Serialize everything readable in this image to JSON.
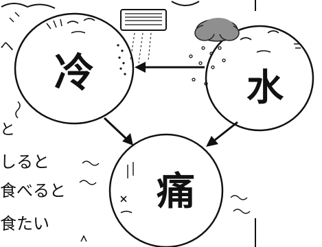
{
  "circles": {
    "cold": {
      "label": "冷"
    },
    "water": {
      "label": "水"
    },
    "pain": {
      "label": "痛"
    }
  },
  "margin_text": {
    "line1": "しると",
    "line2": "食べると",
    "line3": "食たい",
    "edge_char": "と"
  },
  "icons": {
    "air_conditioner": "air-conditioner-icon",
    "rain_cloud": "rain-cloud-icon"
  },
  "colors": {
    "ink": "#111111",
    "cloud": "#8f8f8f",
    "background": "#ffffff"
  }
}
